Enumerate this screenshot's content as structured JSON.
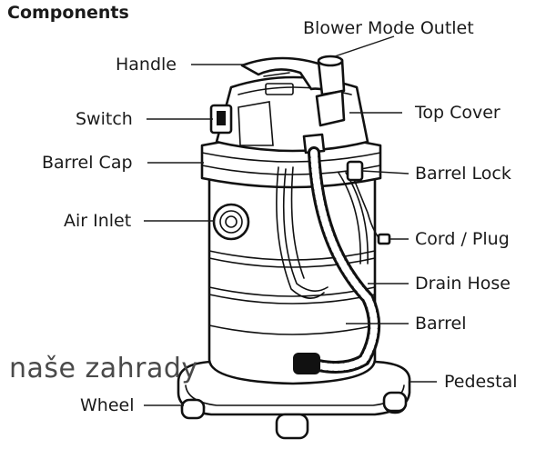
{
  "title": "Components",
  "watermark": "naše zahrady",
  "labels": {
    "blower_mode_outlet": "Blower Mode Outlet",
    "handle": "Handle",
    "top_cover": "Top Cover",
    "switch": "Switch",
    "barrel_cap": "Barrel Cap",
    "barrel_lock": "Barrel Lock",
    "air_inlet": "Air Inlet",
    "cord_plug": "Cord / Plug",
    "drain_hose": "Drain Hose",
    "barrel": "Barrel",
    "pedestal": "Pedestal",
    "wheel": "Wheel"
  }
}
